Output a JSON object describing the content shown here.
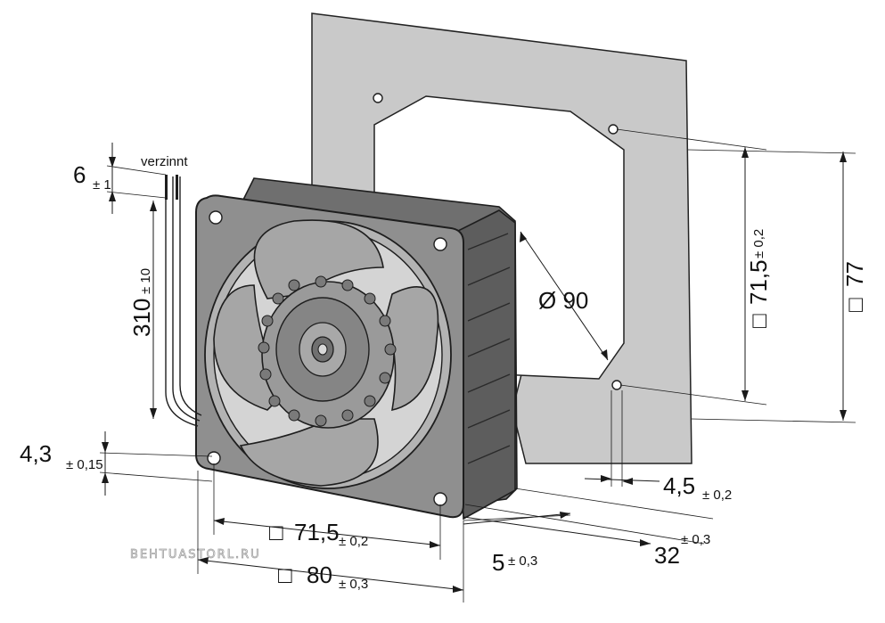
{
  "wire_label": "verzinnt",
  "watermark": "BEHTUASTORL.RU",
  "dims": {
    "wire_strip": {
      "value": "6",
      "tol": "± 1"
    },
    "wire_length": {
      "value": "310",
      "tol": "± 10"
    },
    "corner_offset": {
      "value": "4,3",
      "tol": "± 0,15"
    },
    "hole_pitch_front": {
      "value": "71,5",
      "tol": "± 0,2",
      "prefix": "□"
    },
    "frame_size": {
      "value": "80",
      "tol": "± 0,3",
      "prefix": "□"
    },
    "flange_depth": {
      "value": "5",
      "tol": "± 0,3"
    },
    "fan_depth": {
      "value": "32",
      "tol": "± 0,3"
    },
    "plate_hole_dia": {
      "value": "4,5",
      "tol": "± 0,2"
    },
    "cutout_dia": {
      "value": "Ø 90"
    },
    "hole_pitch_plate": {
      "value": "71,5",
      "tol": "± 0,2",
      "prefix": "□"
    },
    "plate_size": {
      "value": "77",
      "prefix": "□"
    }
  }
}
